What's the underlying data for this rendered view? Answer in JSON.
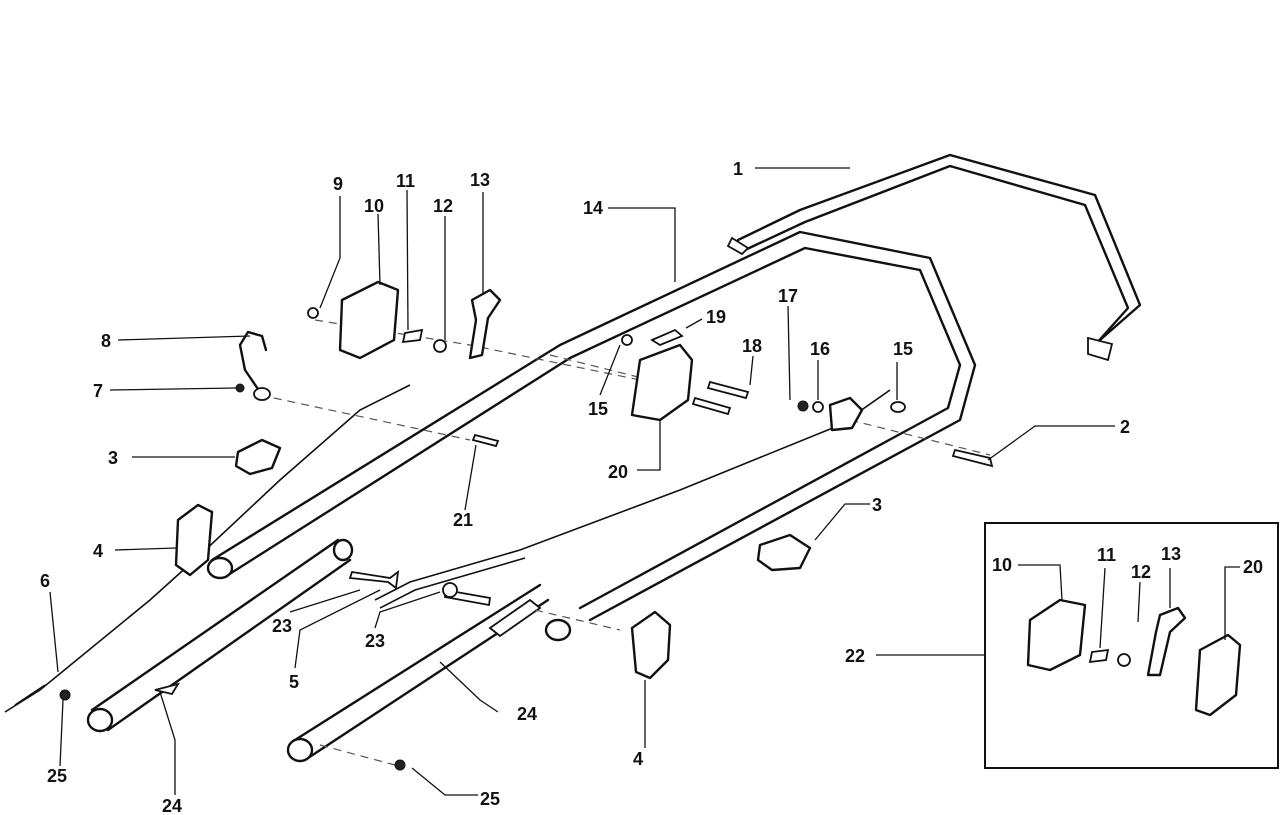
{
  "callouts": {
    "c1": "1",
    "c2": "2",
    "c3a": "3",
    "c3b": "3",
    "c4a": "4",
    "c4b": "4",
    "c5": "5",
    "c6": "6",
    "c7": "7",
    "c8": "8",
    "c9": "9",
    "c10": "10",
    "c11": "11",
    "c12": "12",
    "c13": "13",
    "c14": "14",
    "c15a": "15",
    "c15b": "15",
    "c16": "16",
    "c17": "17",
    "c18": "18",
    "c19": "19",
    "c20": "20",
    "c21": "21",
    "c22": "22",
    "c23a": "23",
    "c23b": "23",
    "c24a": "24",
    "c24b": "24",
    "c25a": "25",
    "c25b": "25"
  },
  "inset": {
    "c10": "10",
    "c11": "11",
    "c12": "12",
    "c13": "13",
    "c20": "20"
  }
}
